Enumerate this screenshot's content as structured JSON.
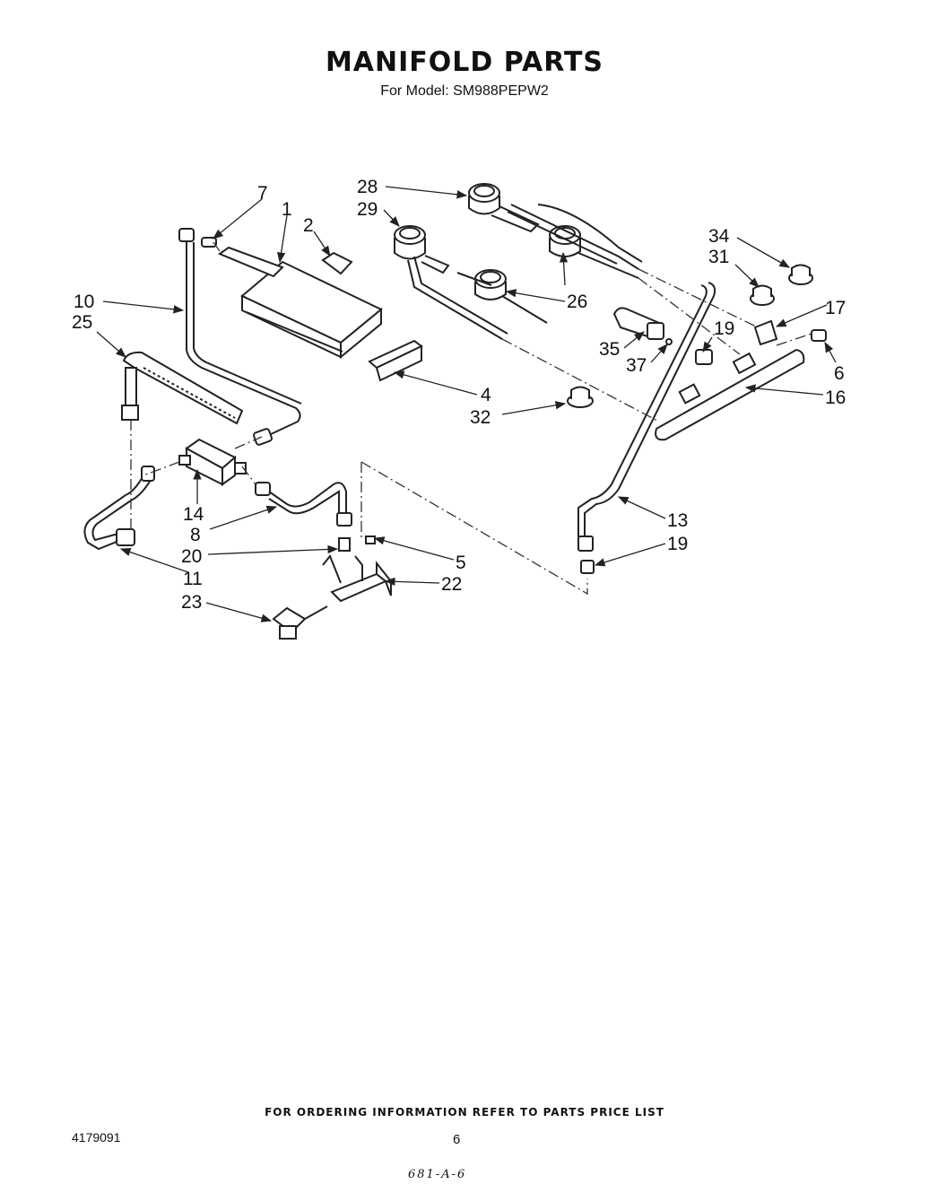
{
  "header": {
    "title": "MANIFOLD PARTS",
    "subtitle": "For Model: SM988PEPW2"
  },
  "labels": {
    "p1": "1",
    "p2": "2",
    "p4": "4",
    "p5": "5",
    "p6": "6",
    "p7": "7",
    "p8": "8",
    "p10": "10",
    "p11": "11",
    "p13": "13",
    "p14": "14",
    "p16": "16",
    "p17": "17",
    "p19a": "19",
    "p19b": "19",
    "p20": "20",
    "p22": "22",
    "p23": "23",
    "p25": "25",
    "p26": "26",
    "p28": "28",
    "p29": "29",
    "p31": "31",
    "p32": "32",
    "p34": "34",
    "p35": "35",
    "p37": "37"
  },
  "footer": {
    "ordering": "FOR ORDERING INFORMATION REFER TO PARTS PRICE LIST",
    "doc_number": "4179091",
    "page_number": "6",
    "handwritten_code": "681-A-6"
  }
}
